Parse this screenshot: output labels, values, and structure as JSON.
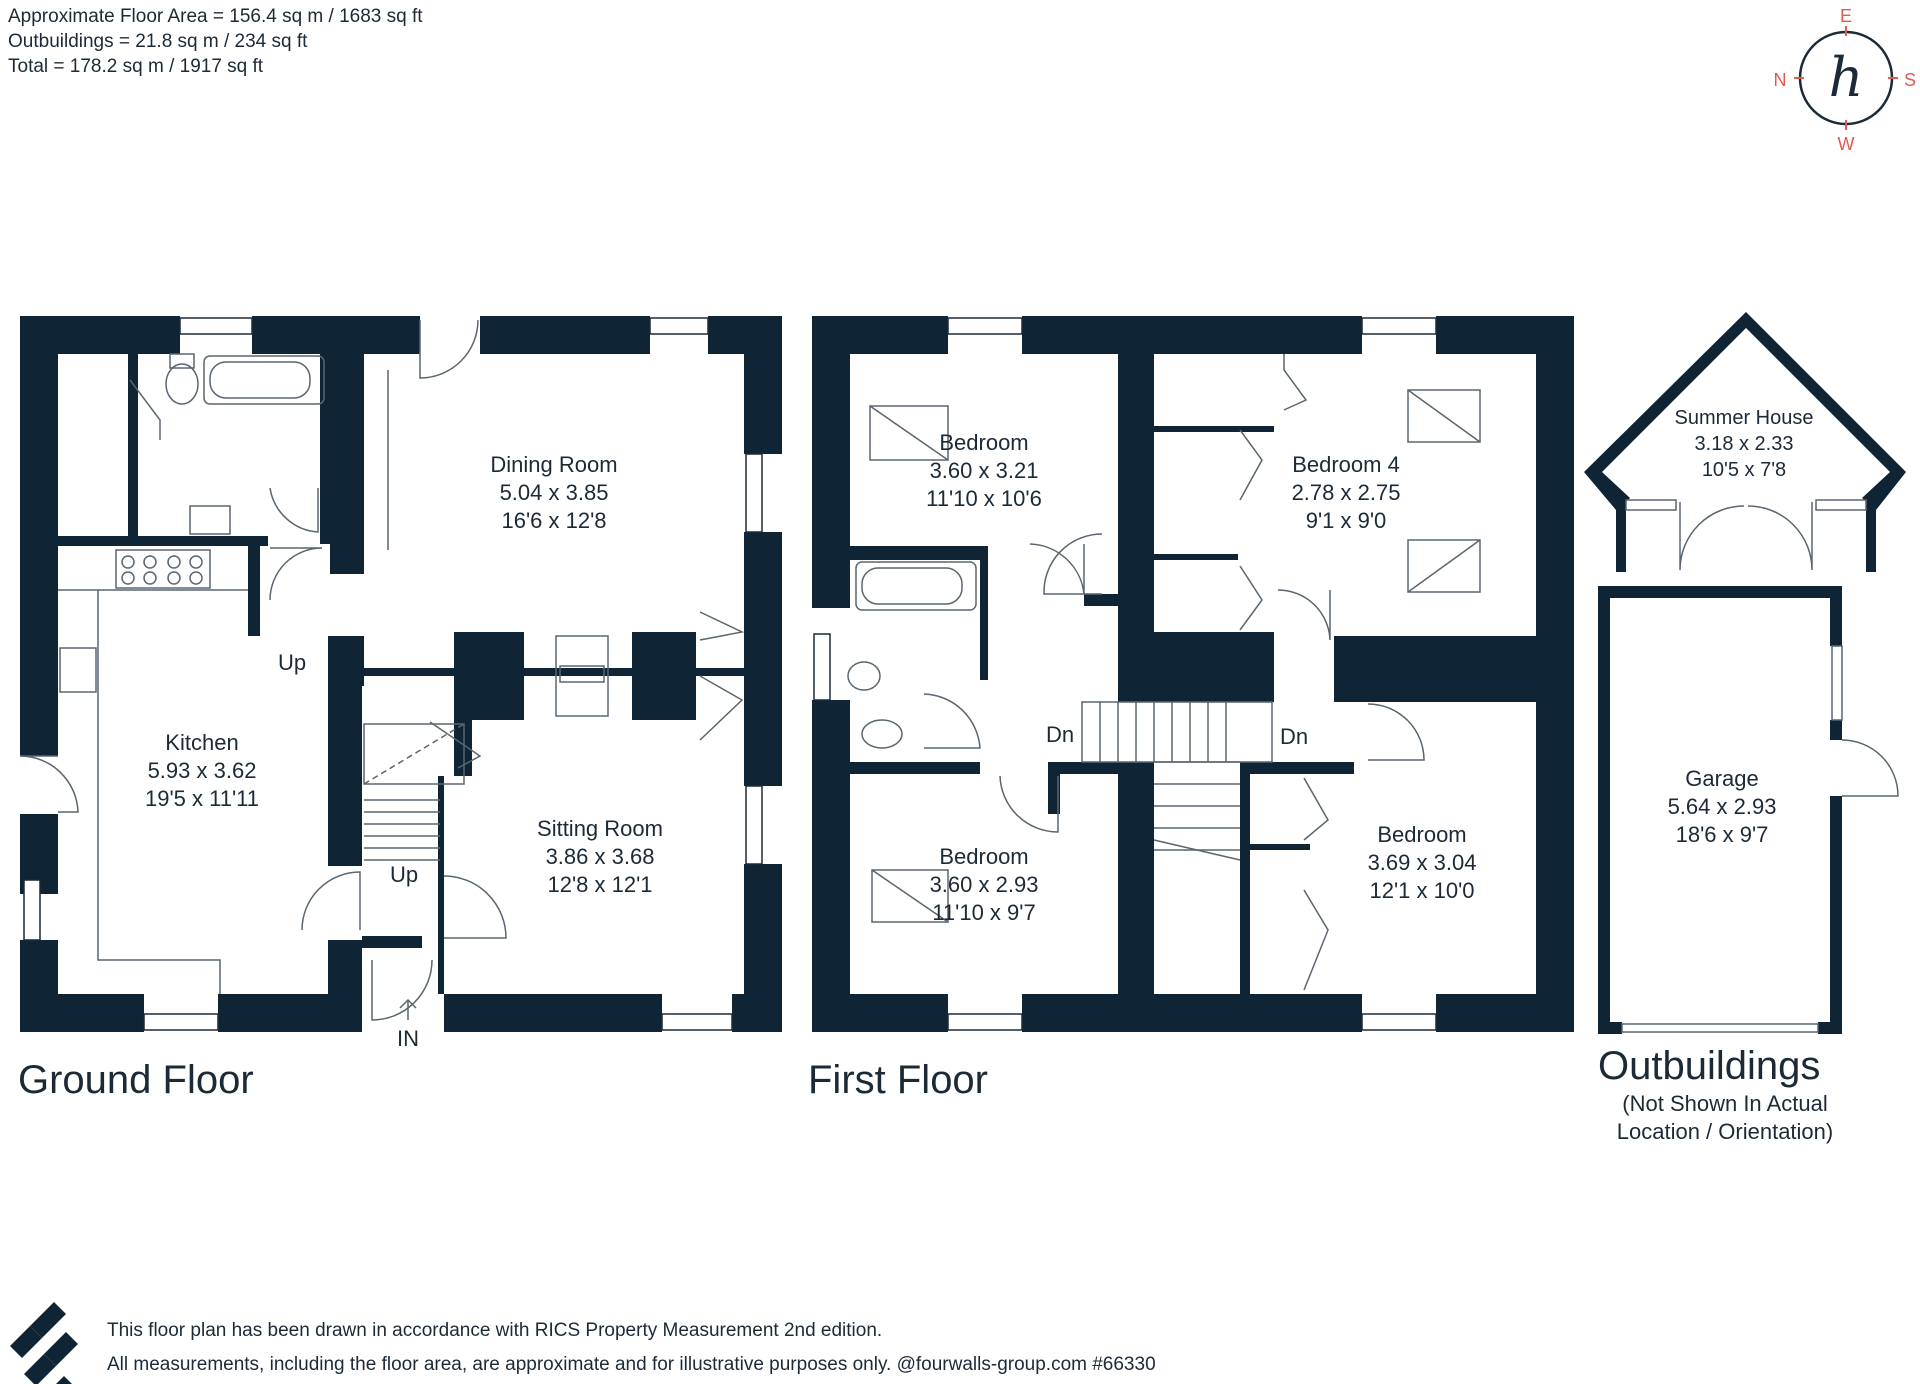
{
  "areas": {
    "floor_area": "Approximate Floor Area = 156.4 sq m / 1683 sq ft",
    "outbuildings": "Outbuildings = 21.8 sq m / 234 sq ft",
    "total": "Total = 178.2 sq m / 1917 sq ft"
  },
  "compass": {
    "n": "N",
    "e": "E",
    "s": "S",
    "w": "W",
    "logo": "h"
  },
  "colors": {
    "wall": "#0f2434",
    "compass": "#e05a4f",
    "fixture": "#5a6570"
  },
  "ground_floor": {
    "title": "Ground Floor",
    "rooms": [
      {
        "id": "dining",
        "name": "Dining Room",
        "metric": "5.04 x 3.85",
        "imperial": "16'6 x 12'8"
      },
      {
        "id": "kitchen",
        "name": "Kitchen",
        "metric": "5.93 x 3.62",
        "imperial": "19'5 x 11'11"
      },
      {
        "id": "sitting",
        "name": "Sitting Room",
        "metric": "3.86 x 3.68",
        "imperial": "12'8 x 12'1"
      }
    ],
    "labels": {
      "up1": "Up",
      "up2": "Up",
      "in": "IN"
    }
  },
  "first_floor": {
    "title": "First Floor",
    "rooms": [
      {
        "id": "bed-nw",
        "name": "Bedroom",
        "metric": "3.60 x 3.21",
        "imperial": "11'10 x 10'6"
      },
      {
        "id": "bed4",
        "name": "Bedroom 4",
        "metric": "2.78 x 2.75",
        "imperial": "9'1 x 9'0"
      },
      {
        "id": "bed-sw",
        "name": "Bedroom",
        "metric": "3.60 x 2.93",
        "imperial": "11'10 x 9'7"
      },
      {
        "id": "bed-se",
        "name": "Bedroom",
        "metric": "3.69 x 3.04",
        "imperial": "12'1 x 10'0"
      }
    ],
    "labels": {
      "dn1": "Dn",
      "dn2": "Dn"
    }
  },
  "outbuildings": {
    "title": "Outbuildings",
    "note_line1": "(Not Shown In Actual",
    "note_line2": "Location / Orientation)",
    "rooms": [
      {
        "id": "summer",
        "name": "Summer House",
        "metric": "3.18 x 2.33",
        "imperial": "10'5 x 7'8"
      },
      {
        "id": "garage",
        "name": "Garage",
        "metric": "5.64 x 2.93",
        "imperial": "18'6 x 9'7"
      }
    ]
  },
  "footer": {
    "line1": "This floor plan has been drawn in accordance with RICS Property Measurement 2nd edition.",
    "line2": "All measurements, including the floor area, are approximate and for illustrative purposes only. @fourwalls-group.com #66330"
  }
}
